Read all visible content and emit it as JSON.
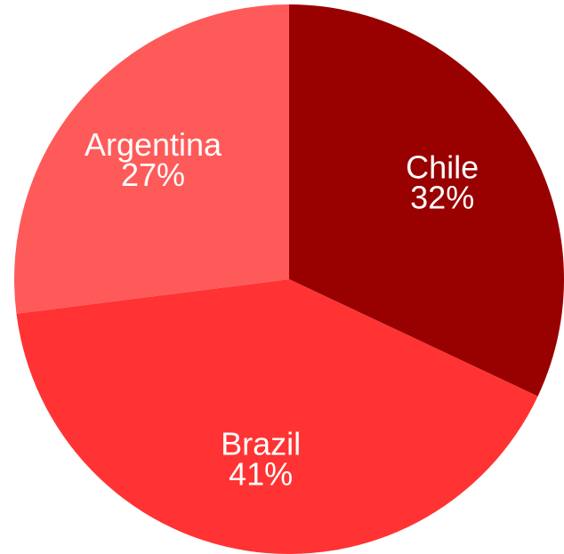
{
  "chart_data": {
    "type": "pie",
    "title": "",
    "start_angle_deg": 0,
    "direction": "clockwise",
    "slices": [
      {
        "label": "Chile",
        "value": 32,
        "percent_label": "32%",
        "color": "#990000"
      },
      {
        "label": "Brazil",
        "value": 41,
        "percent_label": "41%",
        "color": "#ff3333"
      },
      {
        "label": "Argentina",
        "value": 27,
        "percent_label": "27%",
        "color": "#ff5a5a"
      }
    ],
    "legend": "none",
    "label_color": "#ffffff"
  }
}
